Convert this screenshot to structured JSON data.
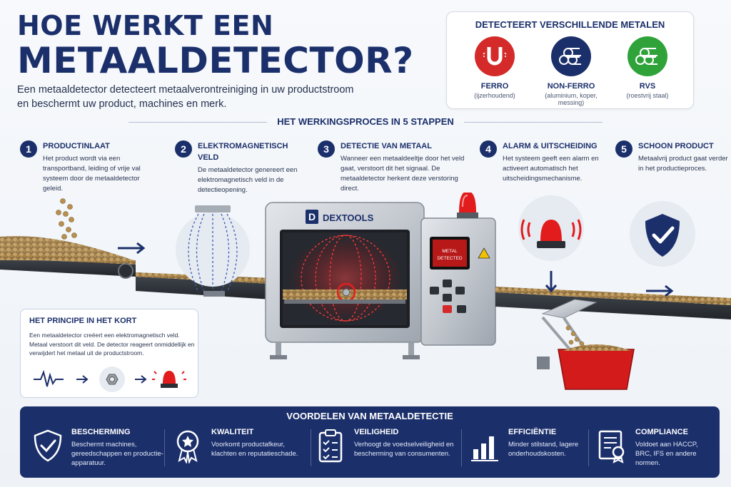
{
  "header": {
    "title_line1": "HOE WERKT EEN",
    "title_line2": "METAALDETECTOR?",
    "intro": "Een metaaldetector detecteert metaalverontreiniging in uw productstroom en beschermt uw product, machines en merk."
  },
  "metals": {
    "title": "DETECTEERT VERSCHILLENDE METALEN",
    "items": [
      {
        "name": "FERRO",
        "desc": "(ijzerhoudend)",
        "color": "#d42a2a",
        "icon": "magnet-icon"
      },
      {
        "name": "NON-FERRO",
        "desc": "(aluminium, koper, messing)",
        "color": "#1b2f6b",
        "icon": "pipes-icon"
      },
      {
        "name": "RVS",
        "desc": "(roestvrij staal)",
        "color": "#2fa33a",
        "icon": "pipes-icon"
      }
    ]
  },
  "steps_header": "HET WERKINGSPROCES IN 5 STAPPEN",
  "steps": [
    {
      "num": "1",
      "title": "PRODUCTINLAAT",
      "text": "Het product wordt via een transportband, leiding of vrije val systeem door de metaaldetector geleid."
    },
    {
      "num": "2",
      "title": "ELEKTROMAGNETISCH VELD",
      "text": "De metaaldetector genereert een elektromagnetisch veld in de detectieopening."
    },
    {
      "num": "3",
      "title": "DETECTIE VAN METAAL",
      "text": "Wanneer een metaaldeeltje door het veld gaat, verstoort dit het signaal. De metaaldetector herkent deze verstoring direct."
    },
    {
      "num": "4",
      "title": "ALARM & UITSCHEIDING",
      "text": "Het systeem geeft een alarm en activeert automatisch het uitscheidingsmechanisme."
    },
    {
      "num": "5",
      "title": "SCHOON PRODUCT",
      "text": "Metaalvrij product gaat verder in het productieproces."
    }
  ],
  "machine": {
    "brand": "DEXTOOLS",
    "brand_mark": "D",
    "display": "METAL DETECTED"
  },
  "principle": {
    "title": "HET PRINCIPE IN HET KORT",
    "text": "Een metaaldetector creëert een elektromagnetisch veld. Metaal verstoort dit veld. De detector reageert onmiddellijk en verwijdert het metaal uit de productstroom."
  },
  "benefits": {
    "title": "VOORDELEN VAN METAALDETECTIE",
    "items": [
      {
        "name": "BESCHERMING",
        "text": "Beschermt machines, gereedschappen en productie-apparatuur.",
        "icon": "shield-check-icon"
      },
      {
        "name": "KWALITEIT",
        "text": "Voorkomt productafkeur, klachten en reputatieschade.",
        "icon": "quality-badge-icon"
      },
      {
        "name": "VEILIGHEID",
        "text": "Verhoogt de voedselveiligheid en bescherming van consumenten.",
        "icon": "clipboard-checklist-icon"
      },
      {
        "name": "EFFICIËNTIE",
        "text": "Minder stilstand, lagere onderhoudskosten.",
        "icon": "bar-chart-icon"
      },
      {
        "name": "COMPLIANCE",
        "text": "Voldoet aan HACCP, BRC, IFS en andere normen.",
        "icon": "certificate-icon"
      }
    ]
  },
  "colors": {
    "navy": "#1b2f6b",
    "alarm_red": "#d42a2a",
    "green": "#2fa33a"
  }
}
